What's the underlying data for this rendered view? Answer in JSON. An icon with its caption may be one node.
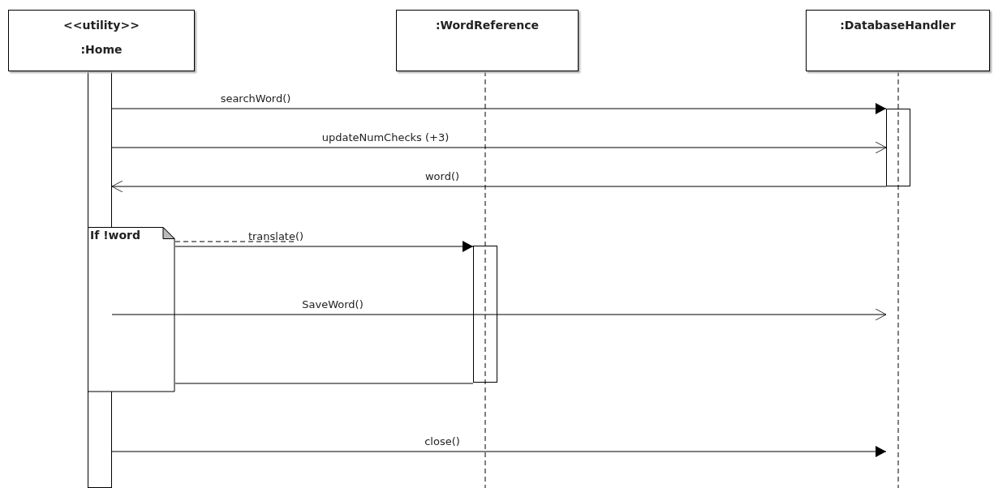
{
  "diagram": {
    "nodes": [
      {
        "text": [
          "<<utility>>",
          ":Home"
        ]
      },
      {
        "text": [
          ":WordReference"
        ]
      },
      {
        "text": [
          ":DatabaseHandler"
        ]
      },
      {
        "text": [],
        "shape": "bar"
      },
      {
        "text": [],
        "shape": "bar"
      },
      {
        "text": [],
        "shape": "bar"
      },
      {
        "text": [
          "If !word"
        ]
      }
    ],
    "edges": [
      {
        "from": 3,
        "to": 4,
        "arrow": "to",
        "label": "searchWord()"
      },
      {
        "from": 3,
        "to": 4,
        "arrow": "to",
        "label": "updateNumChecks (+3)"
      },
      {
        "from": 4,
        "to": 3,
        "arrow": "to",
        "label": "word()"
      },
      {
        "from": 6,
        "to": 5,
        "arrow": "to",
        "label": "translate()"
      },
      {
        "from": 3,
        "to": null,
        "arrow": "to",
        "label": "SaveWord()"
      },
      {
        "from": 5,
        "to": 6,
        "arrow": "none"
      },
      {
        "from": 3,
        "to": null,
        "arrow": "to",
        "label": "close()"
      }
    ]
  }
}
